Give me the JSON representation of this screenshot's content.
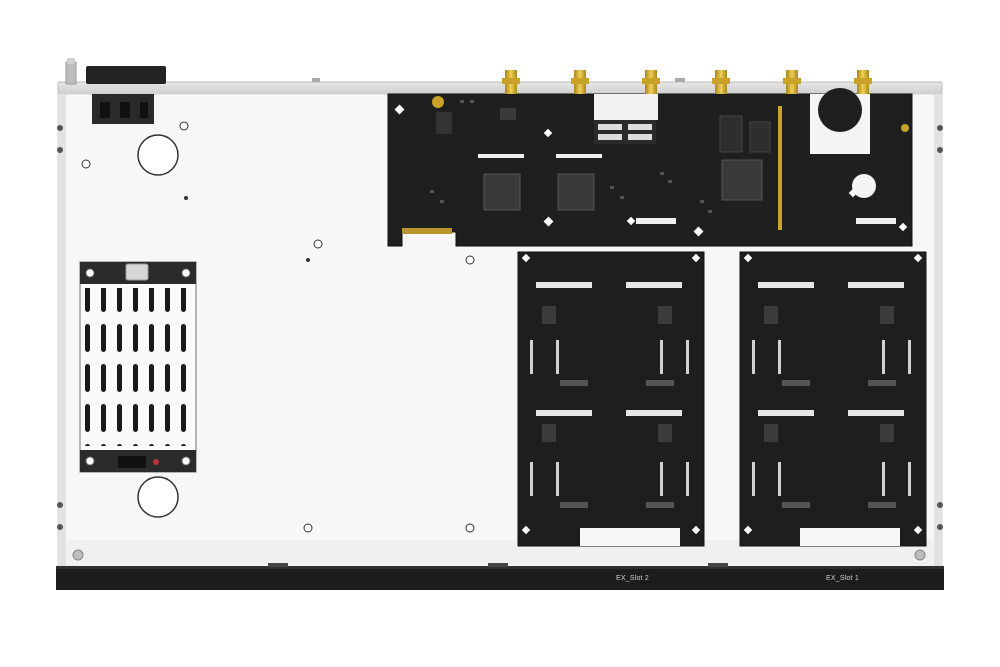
{
  "image": {
    "subject": "network appliance chassis, top view with lid removed",
    "colors": {
      "background": "#ffffff",
      "chassis_tray": "#f7f7f7",
      "chassis_wall": "#d9d9d9",
      "pcb": "#1e1e1e",
      "chip": "#3a3a3a",
      "connector_gold": "#c9a227",
      "front_bezel": "#1c1c1c",
      "psu_cover": "#fafafa"
    }
  },
  "front_panel": {
    "slot_labels": [
      {
        "id": "slot2",
        "text": "EX_Slot 2"
      },
      {
        "id": "slot1",
        "text": "EX_Slot 1"
      }
    ]
  },
  "antenna_connectors": {
    "count": 6,
    "icon": "sma-connector-icon"
  },
  "expansion_cards": {
    "count": 2
  }
}
